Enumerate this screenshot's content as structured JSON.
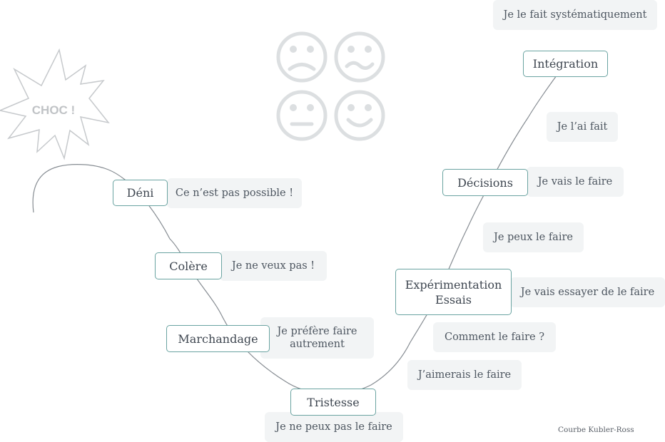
{
  "shock_label": "CHOC !",
  "stages": {
    "deni": "Déni",
    "colere": "Colère",
    "marchandage": "Marchandage",
    "tristesse": "Tristesse",
    "experimentation_line1": "Expérimentation",
    "experimentation_line2": "Essais",
    "decisions": "Décisions",
    "integration": "Intégration"
  },
  "notes": {
    "deni": "Ce n’est pas possible !",
    "colere": "Je ne veux pas !",
    "marchandage_line1": "Je préfère faire",
    "marchandage_line2": "autrement",
    "tristesse": "Je ne peux pas le faire",
    "aimerais": "J’aimerais le faire",
    "comment": "Comment le faire ?",
    "essayer": "Je vais essayer de le faire",
    "peux": "Je peux le faire",
    "vais": "Je vais le faire",
    "fait": "Je l’ai fait",
    "systematique": "Je le fait systématiquement"
  },
  "caption": "Courbe Kubler-Ross",
  "icons": [
    "sad-face-icon",
    "wavy-face-icon",
    "neutral-face-icon",
    "happy-face-icon",
    "explosion-icon"
  ],
  "colors": {
    "stage_border": "#6aa3a1",
    "curve": "#868c92",
    "note_bg": "#f2f4f5",
    "icon": "#dcdfe1"
  }
}
